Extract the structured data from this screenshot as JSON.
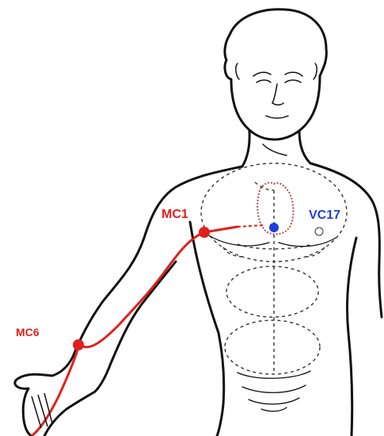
{
  "labels": {
    "mc1": "MC1",
    "vc17": "VC17",
    "mc6": "MC6"
  },
  "colors": {
    "meridian": "#e0201c",
    "vc_point": "#1f3fd8",
    "outline": "#111111",
    "dashed": "#333333",
    "heart": "#b04a4a"
  },
  "icons": {
    "figure": "human-torso-outline-icon",
    "heart": "heart-icon"
  }
}
